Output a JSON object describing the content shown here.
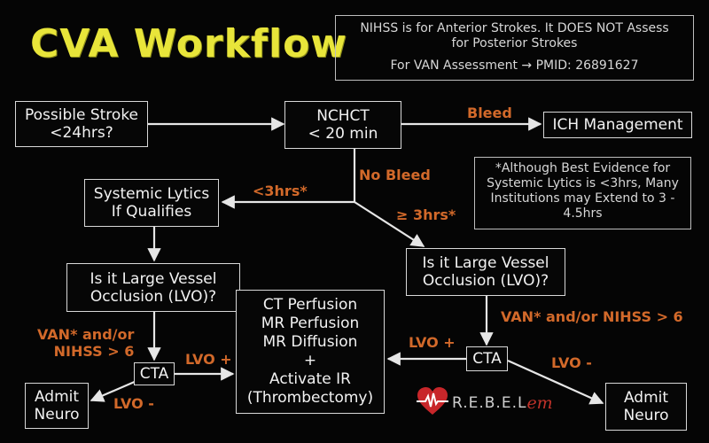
{
  "title": "CVA Workflow",
  "header_note": {
    "line1": "NIHSS is for Anterior Strokes.  It DOES NOT Assess",
    "line2": "for Posterior Strokes",
    "line3": "For VAN Assessment →   PMID: 26891627"
  },
  "side_note": {
    "text": "*Although Best Evidence for Systemic Lytics is <3hrs, Many Institutions may Extend to 3 - 4.5hrs"
  },
  "nodes": {
    "possible_stroke": [
      "Possible Stroke",
      "<24hrs?"
    ],
    "nchct": [
      "NCHCT",
      "< 20 min"
    ],
    "ich": [
      "ICH Management"
    ],
    "systemic_lytics": [
      "Systemic Lytics",
      "If Qualifies"
    ],
    "lvo_left": [
      "Is it Large Vessel",
      "Occlusion (LVO)?"
    ],
    "lvo_right": [
      "Is it Large Vessel",
      "Occlusion (LVO)?"
    ],
    "cta_left": [
      "CTA"
    ],
    "cta_right": [
      "CTA"
    ],
    "admit_left": [
      "Admit",
      "Neuro"
    ],
    "admit_right": [
      "Admit",
      "Neuro"
    ],
    "center": [
      "CT Perfusion",
      "MR Perfusion",
      "MR Diffusion",
      "+",
      "Activate IR",
      "(Thrombectomy)"
    ]
  },
  "edge_labels": {
    "bleed": "Bleed",
    "no_bleed": "No Bleed",
    "lt3": "<3hrs*",
    "ge3": "≥ 3hrs*",
    "van_left_1": "VAN* and/or",
    "van_left_2": "NIHSS > 6",
    "van_right": "VAN* and/or NIHSS > 6",
    "lvo_plus_left": "LVO +",
    "lvo_plus_right": "LVO +",
    "lvo_minus_left": "LVO -",
    "lvo_minus_right": "LVO -"
  },
  "logo": {
    "text": "R.E.B.E.L",
    "suffix": "em",
    "icon": "heart-ekg-icon"
  },
  "colors": {
    "background": "#050505",
    "title": "#e8e53a",
    "edge_label": "#d2692a",
    "line": "#e6e6e6",
    "logo_heart": "#c8262a"
  }
}
